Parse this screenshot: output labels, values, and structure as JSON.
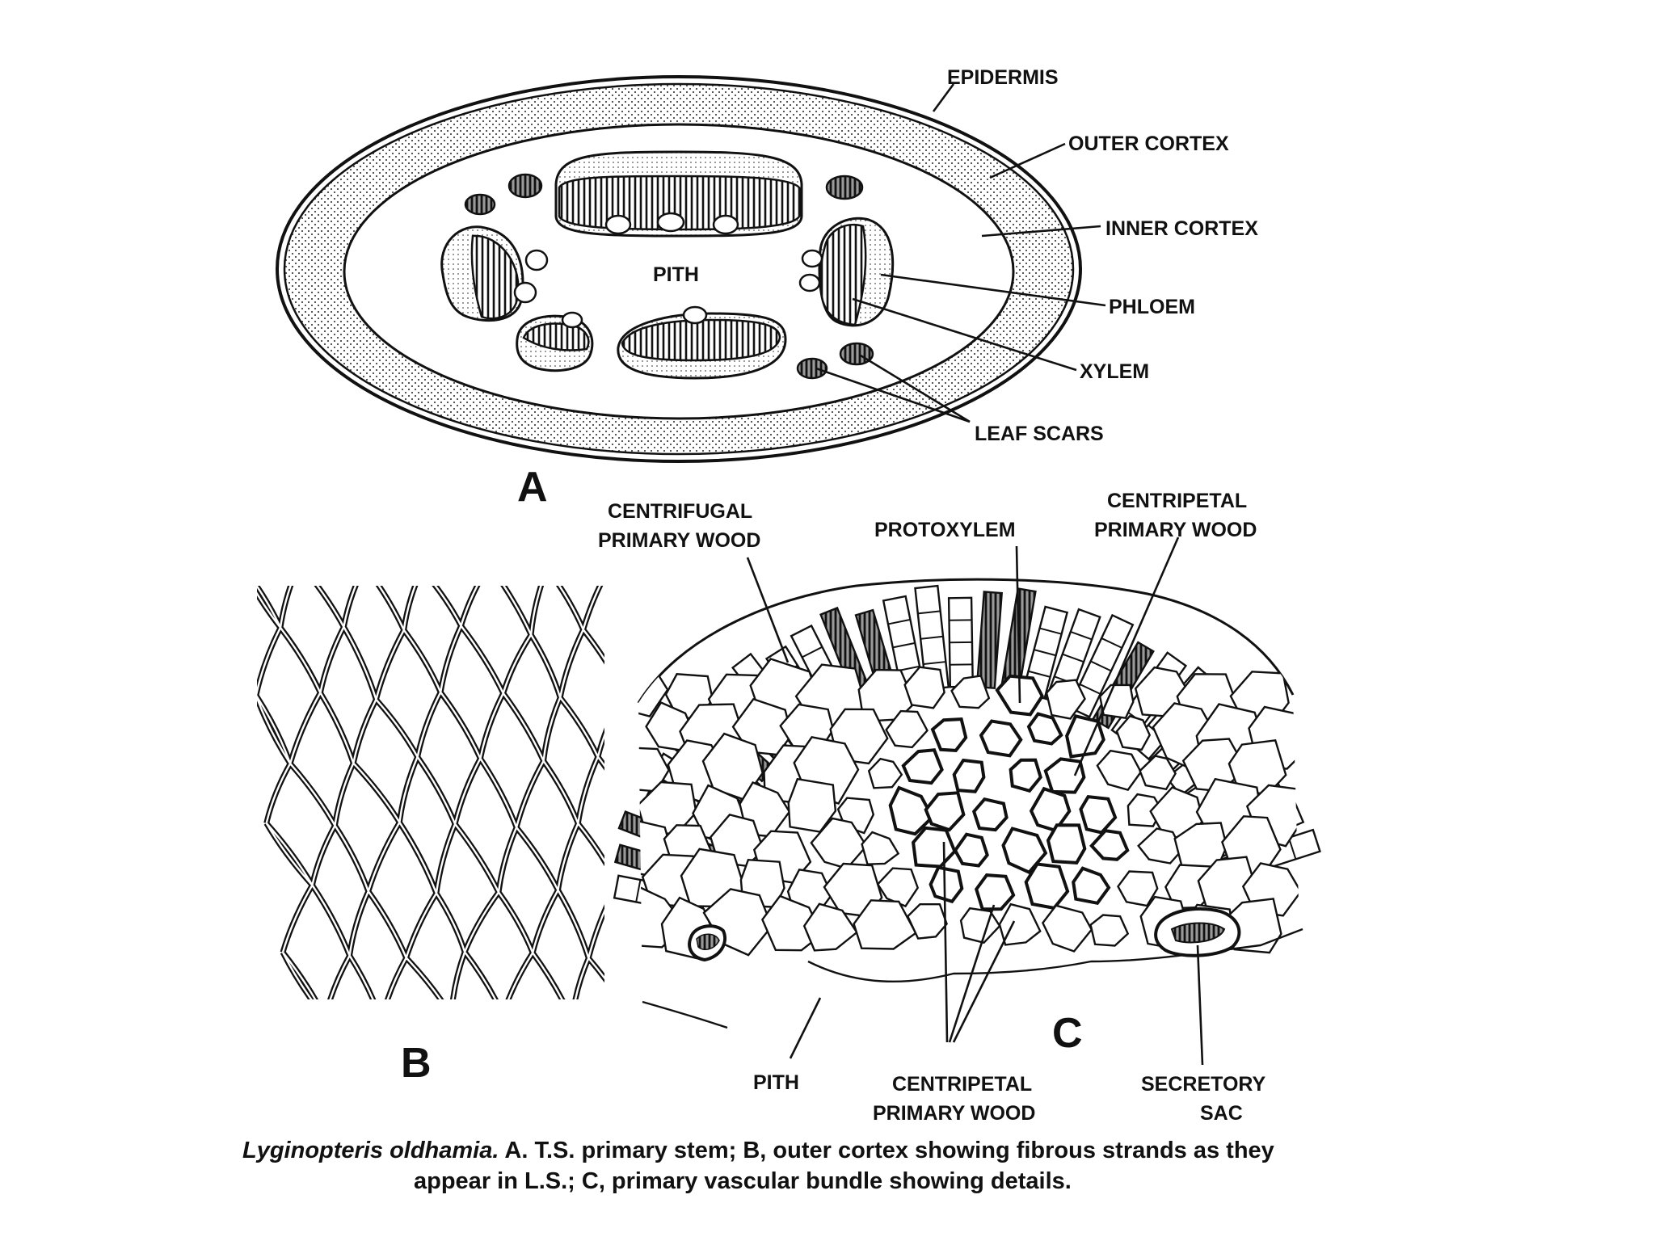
{
  "panels": {
    "a": "A",
    "b": "B",
    "c": "C"
  },
  "labels_a": {
    "epidermis": "EPIDERMIS",
    "outer_cortex": "OUTER CORTEX",
    "inner_cortex": "INNER CORTEX",
    "pith": "PITH",
    "phloem": "PHLOEM",
    "xylem": "XYLEM",
    "leaf_scars": "LEAF SCARS"
  },
  "labels_c": {
    "centrifugal_1": "CENTRIFUGAL",
    "centrifugal_2": "PRIMARY WOOD",
    "protoxylem": "PROTOXYLEM",
    "centripetal_top_1": "CENTRIPETAL",
    "centripetal_top_2": "PRIMARY WOOD",
    "pith": "PITH",
    "centripetal_bottom_1": "CENTRIPETAL",
    "centripetal_bottom_2": "PRIMARY WOOD",
    "secretory_1": "SECRETORY",
    "secretory_2": "SAC"
  },
  "caption": {
    "species": "Lyginopteris oldhamia.",
    "line1_rest": " A. T.S. primary stem; B, outer cortex showing fibrous strands as they",
    "line2": "appear in L.S.; C, primary vascular bundle showing details."
  }
}
